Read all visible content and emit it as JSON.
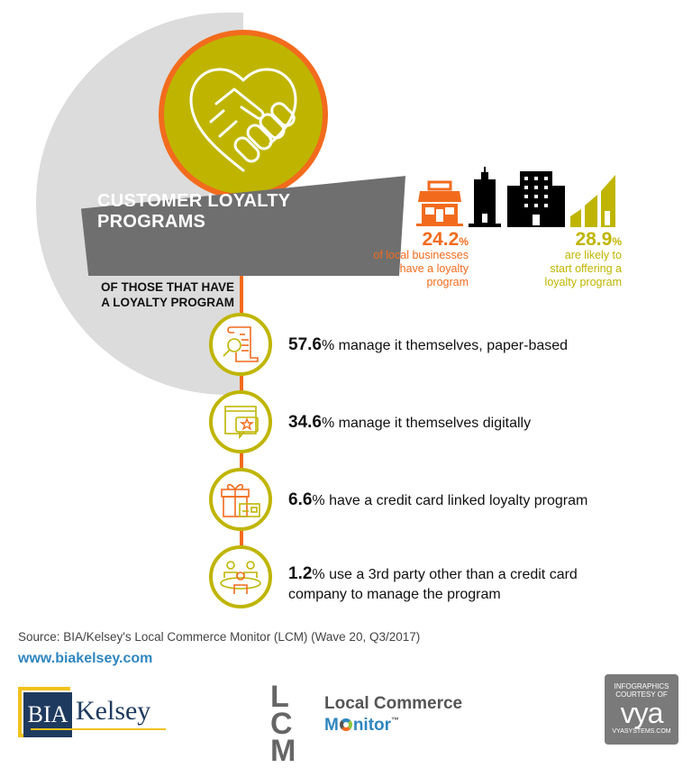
{
  "header": {
    "title": "CUSTOMER LOYALTY PROGRAMS",
    "hero_icon": "handshake-heart-icon",
    "subheading": [
      "OF THOSE THAT HAVE",
      "A LOYALTY PROGRAM"
    ]
  },
  "top_stats": [
    {
      "value": "24.2",
      "unit": "%",
      "lines": [
        "of local businesses",
        "have a loyalty",
        "program"
      ],
      "icon": "storefront-icon",
      "color": "#f26b1d"
    },
    {
      "value": "28.9",
      "unit": "%",
      "lines": [
        "are likely to",
        "start offering a",
        "loyalty program"
      ],
      "icon": "growth-bars-icon",
      "color": "#bfb500"
    }
  ],
  "building_icons": [
    "skyscraper-icon",
    "office-building-icon"
  ],
  "items": [
    {
      "value": "57.6",
      "unit": "%",
      "text": " manage it themselves, paper-based",
      "text2": "",
      "icon": "document-magnifier-icon"
    },
    {
      "value": "34.6",
      "unit": "%",
      "text": " manage it themselves digitally",
      "text2": "",
      "icon": "browser-star-chat-icon"
    },
    {
      "value": "6.6",
      "unit": "%",
      "text": " have a credit card linked loyalty program",
      "text2": "",
      "icon": "gift-credit-card-icon"
    },
    {
      "value": "1.2",
      "unit": "%",
      "text": " use a 3rd party other than a credit card",
      "text2": "company to manage the program",
      "icon": "people-meeting-icon"
    }
  ],
  "chart_data": {
    "type": "table",
    "title": "Customer Loyalty Programs",
    "headline": [
      {
        "label": "Local businesses that have a loyalty program",
        "value": 24.2
      },
      {
        "label": "Likely to start offering a loyalty program",
        "value": 28.9
      }
    ],
    "of_those_that_have": [
      {
        "label": "Manage it themselves, paper-based",
        "value": 57.6
      },
      {
        "label": "Manage it themselves digitally",
        "value": 34.6
      },
      {
        "label": "Have a credit card linked loyalty program",
        "value": 6.6
      },
      {
        "label": "Use a 3rd party other than a credit card company",
        "value": 1.2
      }
    ],
    "unit": "%"
  },
  "footer": {
    "source": "Source: BIA/Kelsey's Local Commerce Monitor (LCM) (Wave 20, Q3/2017)",
    "website": "www.biakelsey.com",
    "logos": {
      "bia_left": "BIA",
      "bia_right": "Kelsey",
      "lcm_letters": "LCM",
      "lcm_line1": "Local Commerce",
      "lcm_line2_m": "M",
      "lcm_line2_rest": "nitor",
      "lcm_tm": "™",
      "vya_line1": "INFOGRAPHICS",
      "vya_line2": "COURTESY OF",
      "vya_brand": "vya",
      "vya_url": "VYASYSTEMS.COM"
    }
  },
  "colors": {
    "orange": "#f26b1d",
    "olive": "#bfb500",
    "gray_ribbon": "#6f6f6f",
    "light_gray": "#dcdcdc",
    "link_blue": "#2f86bf"
  }
}
